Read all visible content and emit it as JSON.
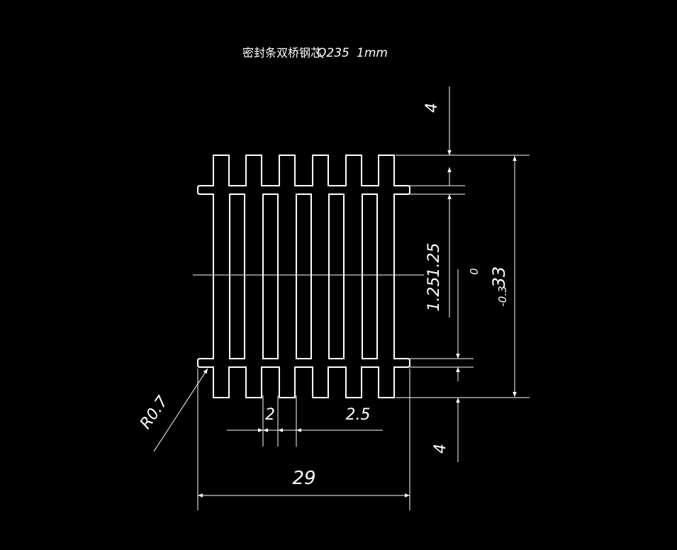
{
  "title": {
    "text": "密封条双桥钢芯",
    "material": "Q235",
    "thickness": "1mm"
  },
  "dimensions": {
    "top_tab": "4",
    "bottom_tab": "4",
    "total_height": "33",
    "tol_upper": "0",
    "tol_lower": "-0.3",
    "gap_a": "1.25",
    "gap_b": "1.25",
    "slot_width": "2",
    "pitch": "2.5",
    "total_width": "29",
    "radius": "R0.7"
  },
  "colors": {
    "background": "#000000",
    "line": "#ffffff"
  }
}
